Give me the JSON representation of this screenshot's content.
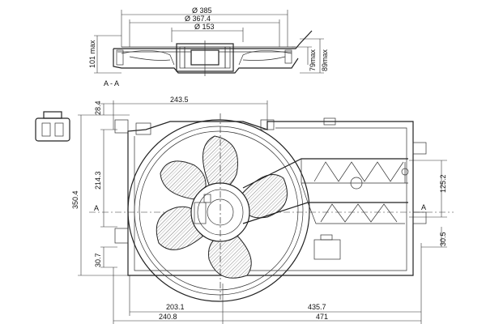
{
  "top_view": {
    "dims": {
      "d385": "Ø 385",
      "d367": "Ø 367.4",
      "d153": "Ø 153",
      "h101": "101 max",
      "h79": "79max",
      "h89": "89max"
    },
    "section_label": "A - A"
  },
  "front_view": {
    "dims": {
      "w243": "243.5",
      "h28": "28.4",
      "h350": "350.4",
      "h214": "214.3",
      "h30l": "30.7",
      "h125": "125.2",
      "h30r": "30.5",
      "w203": "203.1",
      "w435": "435.7",
      "w240": "240.8",
      "w471": "471"
    },
    "section_marker_left": "A",
    "section_marker_right": "A"
  }
}
